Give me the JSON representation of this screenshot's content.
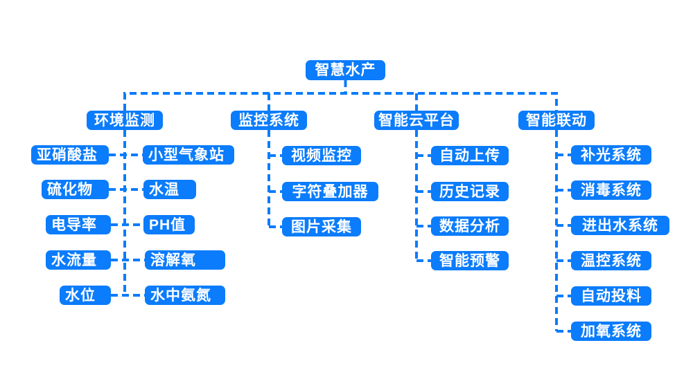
{
  "colors": {
    "node_fill": "#0b7cfb",
    "node_text": "#ffffff",
    "connector": "#0b7cfb",
    "page_bg": "#ffffff"
  },
  "diagram": {
    "root": {
      "label": "智慧水产"
    },
    "branches": [
      {
        "label": "环境监测",
        "left_children": [
          "亚硝酸盐",
          "硫化物",
          "电导率",
          "水流量",
          "水位"
        ],
        "right_children": [
          "小型气象站",
          "水温",
          "PH值",
          "溶解氧",
          "水中氨氮"
        ]
      },
      {
        "label": "监控系统",
        "children": [
          "视频监控",
          "字符叠加器",
          "图片采集"
        ]
      },
      {
        "label": "智能云平台",
        "children": [
          "自动上传",
          "历史记录",
          "数据分析",
          "智能预警"
        ]
      },
      {
        "label": "智能联动",
        "children": [
          "补光系统",
          "消毒系统",
          "进出水系统",
          "温控系统",
          "自动投料",
          "加氧系统"
        ]
      }
    ]
  }
}
